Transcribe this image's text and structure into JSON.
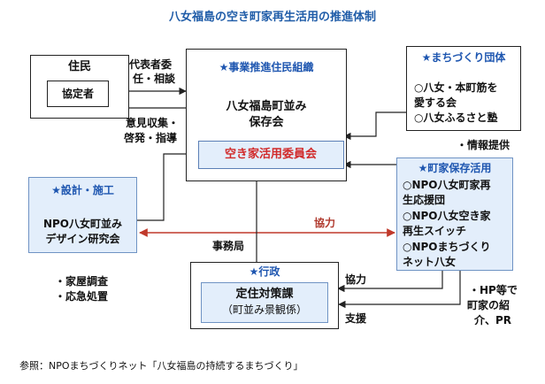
{
  "title": "八女福島の空き町家再生活用の推進体制",
  "residents": {
    "label": "住民",
    "agreement": "協定者"
  },
  "main_org": {
    "header": "★事業推進住民組織",
    "name_line1": "八女福島町並み",
    "name_line2": "保存会",
    "committee": "空き家活用委員会"
  },
  "machi_group": {
    "header": "★まちづくり団体",
    "item1_line1": "○八女・本町筋を",
    "item1_line2": "愛する会",
    "item2": "○八女ふるさと塾"
  },
  "design": {
    "header": "★設計・施工",
    "line1": "NPO八女町並み",
    "line2": "デザイン研究会"
  },
  "machiya": {
    "header": "★町家保存活用",
    "lines": [
      "○NPO八女町家再",
      "生応援団",
      "○NPO八女空き家",
      "再生スイッチ",
      "○NPOまちづくり",
      "ネット八女"
    ]
  },
  "gov": {
    "header": "★行政",
    "dept": "定住対策課",
    "dept_sub": "（町並み景観係）"
  },
  "labels": {
    "delegate_line1": "代表者委",
    "delegate_line2": "任・相談",
    "opinion_line1": "意見収集・",
    "opinion_line2": "啓発・指導",
    "info": "・情報提供",
    "cooperation_red": "協力",
    "office": "事務局",
    "cooperation": "協力",
    "support": "支援",
    "survey": "・家屋調査",
    "emergency": "・応急処置",
    "hp_line1": "・HP等で",
    "hp_line2": "町家の紹",
    "hp_line3": "介、PR"
  },
  "source": "参照：NPOまちづくりネット「八女福島の持続するまちづくり」",
  "colors": {
    "title": "#1f5ca8",
    "header_blue": "#1e56b0",
    "committee_red": "#d12a2a",
    "cooperation_arrow": "#c0392b",
    "box_fill": "#e3eefb"
  }
}
